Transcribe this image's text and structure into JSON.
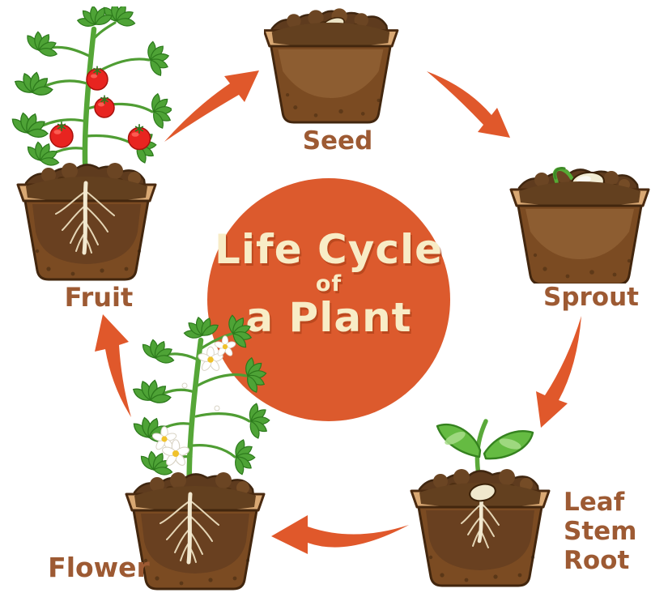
{
  "diagram": {
    "title": {
      "line1": "Life Cycle",
      "line2": "of",
      "line3": "a Plant"
    }
  },
  "stages": {
    "seed": {
      "label": "Seed"
    },
    "sprout": {
      "label": "Sprout"
    },
    "leaf_stem_root": {
      "lines": [
        "Leaf",
        "Stem",
        "Root"
      ]
    },
    "flower": {
      "label": "Flower"
    },
    "fruit": {
      "label": "Fruit"
    }
  },
  "cycle_order": [
    "Seed",
    "Sprout",
    "Leaf Stem Root",
    "Flower",
    "Fruit"
  ],
  "colors": {
    "center_circle": "#dc5a2d",
    "title_text": "#f8ecc6",
    "arrow": "#e0582b",
    "label_text": "#9d5a33",
    "pot_body": "#7b4b22",
    "pot_rim": "#d9a873",
    "soil": "#5e3b1e",
    "leaf_green": "#4ea336",
    "sprout_green": "#55aa35",
    "tomato_red": "#e82420",
    "flower_petal": "#ffffff",
    "flower_center": "#f0c22c",
    "seed_cream": "#ece4c6",
    "root_cream": "#e9dcb8"
  }
}
